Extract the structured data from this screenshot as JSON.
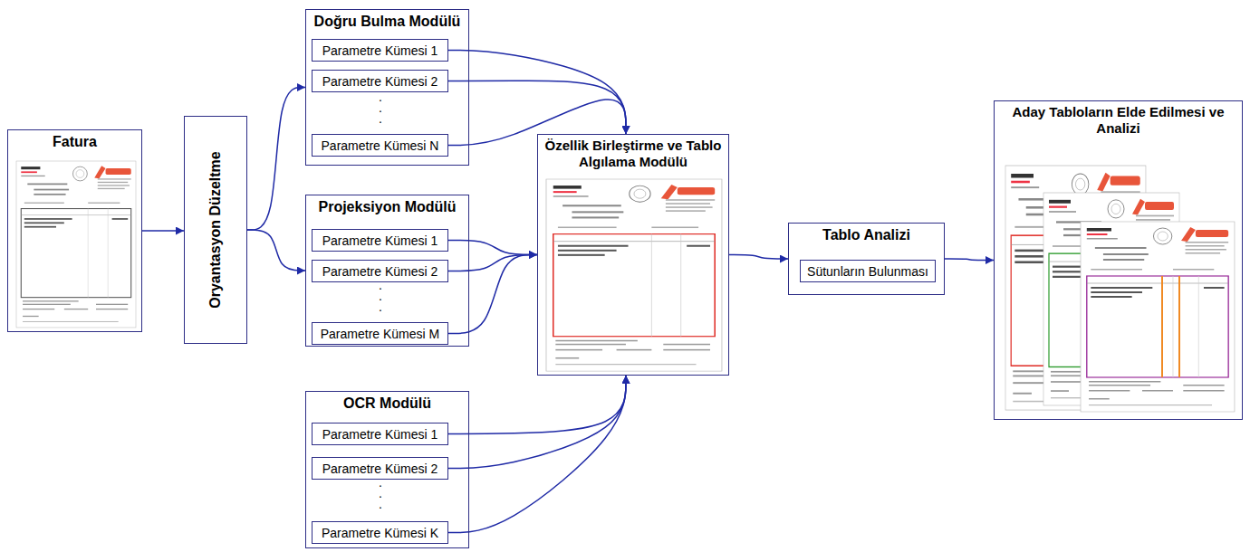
{
  "diagram": {
    "nodes": [
      {
        "text": [
          "Fatura"
        ]
      },
      {
        "text": [
          "Oryantasyon Düzeltme"
        ]
      },
      {
        "text": [
          "Doğru Bulma Modülü"
        ]
      },
      {
        "text": [
          "Parametre Kümesi 1"
        ],
        "in": 2
      },
      {
        "text": [
          "Parametre Kümesi 2"
        ],
        "in": 2
      },
      {
        "text": [
          "Parametre Kümesi N"
        ],
        "in": 2
      },
      {
        "text": [
          "Projeksiyon Modülü"
        ]
      },
      {
        "text": [
          "Parametre Kümesi 1"
        ],
        "in": 6
      },
      {
        "text": [
          "Parametre Kümesi 2"
        ],
        "in": 6
      },
      {
        "text": [
          "Parametre Kümesi M"
        ],
        "in": 6
      },
      {
        "text": [
          "OCR Modülü"
        ]
      },
      {
        "text": [
          "Parametre Kümesi 1"
        ],
        "in": 10
      },
      {
        "text": [
          "Parametre Kümesi 2"
        ],
        "in": 10
      },
      {
        "text": [
          "Parametre Kümesi K"
        ],
        "in": 10
      },
      {
        "text": [
          "Özellik Birleştirme ve Tablo Algılama Modülü"
        ]
      },
      {
        "text": [
          "Tablo Analizi"
        ]
      },
      {
        "text": [
          "Sütunların Bulunması"
        ],
        "in": 15
      },
      {
        "text": [
          "Aday Tabloların Elde Edilmesi ve Analizi"
        ]
      }
    ],
    "edges": [
      {
        "from": 0,
        "to": 1,
        "arrow": "to"
      },
      {
        "from": 1,
        "to": 2,
        "arrow": "to"
      },
      {
        "from": 1,
        "to": 6,
        "arrow": "to"
      },
      {
        "from": 3,
        "to": 14,
        "arrow": "to"
      },
      {
        "from": 4,
        "to": 14,
        "arrow": "to"
      },
      {
        "from": 5,
        "to": 14,
        "arrow": "to"
      },
      {
        "from": 7,
        "to": 14,
        "arrow": "to"
      },
      {
        "from": 8,
        "to": 14,
        "arrow": "to"
      },
      {
        "from": 9,
        "to": 14,
        "arrow": "to"
      },
      {
        "from": 11,
        "to": 14,
        "arrow": "to"
      },
      {
        "from": 12,
        "to": 14,
        "arrow": "to"
      },
      {
        "from": 13,
        "to": 14,
        "arrow": "to"
      },
      {
        "from": 14,
        "to": 15,
        "arrow": "to"
      },
      {
        "from": 15,
        "to": 17,
        "arrow": "to"
      }
    ],
    "labels": [
      ".",
      ".",
      ".",
      ".",
      ".",
      ".",
      ".",
      ".",
      "."
    ]
  }
}
